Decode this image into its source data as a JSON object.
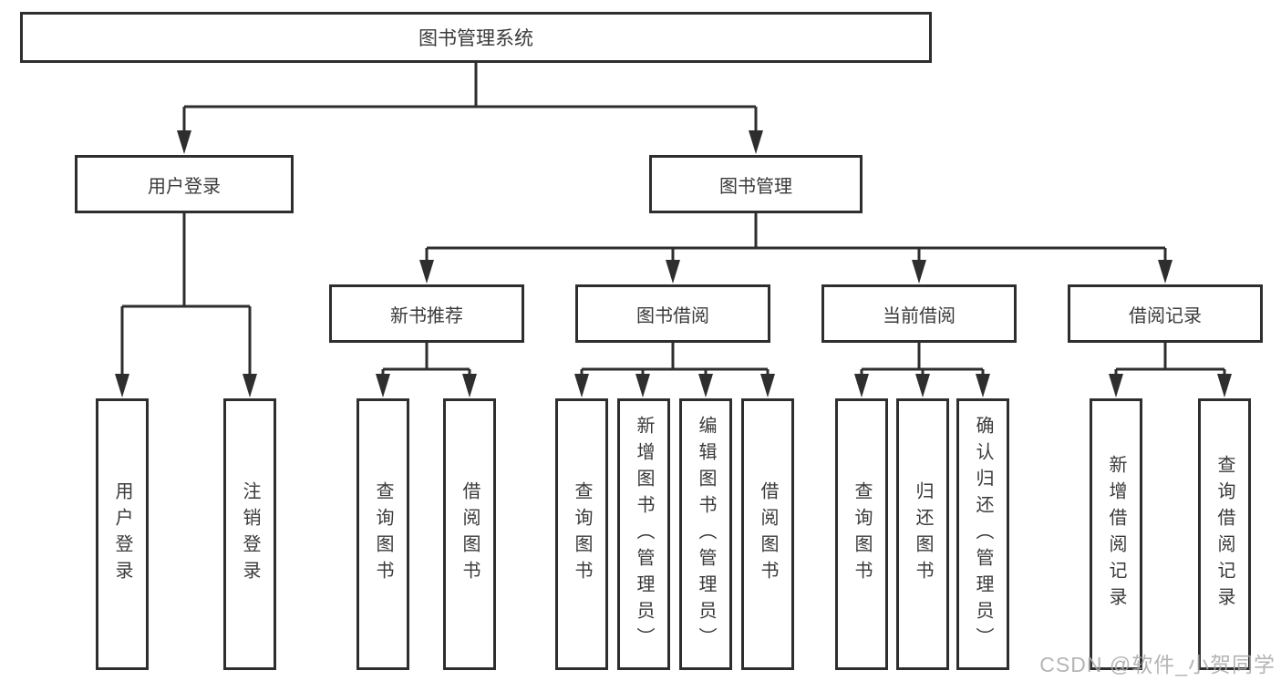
{
  "diagram": {
    "type": "hierarchy-tree",
    "colors": {
      "line": "#2e2e2e",
      "box_border": "#2e2e2e",
      "box_fill": "#ffffff",
      "text": "#3a3a3a",
      "watermark": "#a8a8a8"
    },
    "nodes": {
      "root": "图书管理系统",
      "user_login": "用户登录",
      "book_mgmt": "图书管理",
      "new_book_rec": "新书推荐",
      "book_borrow": "图书借阅",
      "current_borrow": "当前借阅",
      "borrow_records": "借阅记录",
      "leaf_user_login": "用户登录",
      "leaf_logout": "注销登录",
      "leaf_rec_query": "查询图书",
      "leaf_rec_borrow": "借阅图书",
      "leaf_bb_query": "查询图书",
      "leaf_bb_add": "新增图书（管理员）",
      "leaf_bb_edit": "编辑图书（管理员）",
      "leaf_bb_borrow": "借阅图书",
      "leaf_cb_query": "查询图书",
      "leaf_cb_return": "归还图书",
      "leaf_cb_confirm": "确认归还（管理员）",
      "leaf_br_add": "新增借阅记录",
      "leaf_br_query": "查询借阅记录"
    },
    "tree": {
      "图书管理系统": {
        "用户登录": [
          "用户登录",
          "注销登录"
        ],
        "图书管理": {
          "新书推荐": [
            "查询图书",
            "借阅图书"
          ],
          "图书借阅": [
            "查询图书",
            "新增图书（管理员）",
            "编辑图书（管理员）",
            "借阅图书"
          ],
          "当前借阅": [
            "查询图书",
            "归还图书",
            "确认归还（管理员）"
          ],
          "借阅记录": [
            "新增借阅记录",
            "查询借阅记录"
          ]
        }
      }
    },
    "watermark": "CSDN @软件_小贺同学"
  }
}
